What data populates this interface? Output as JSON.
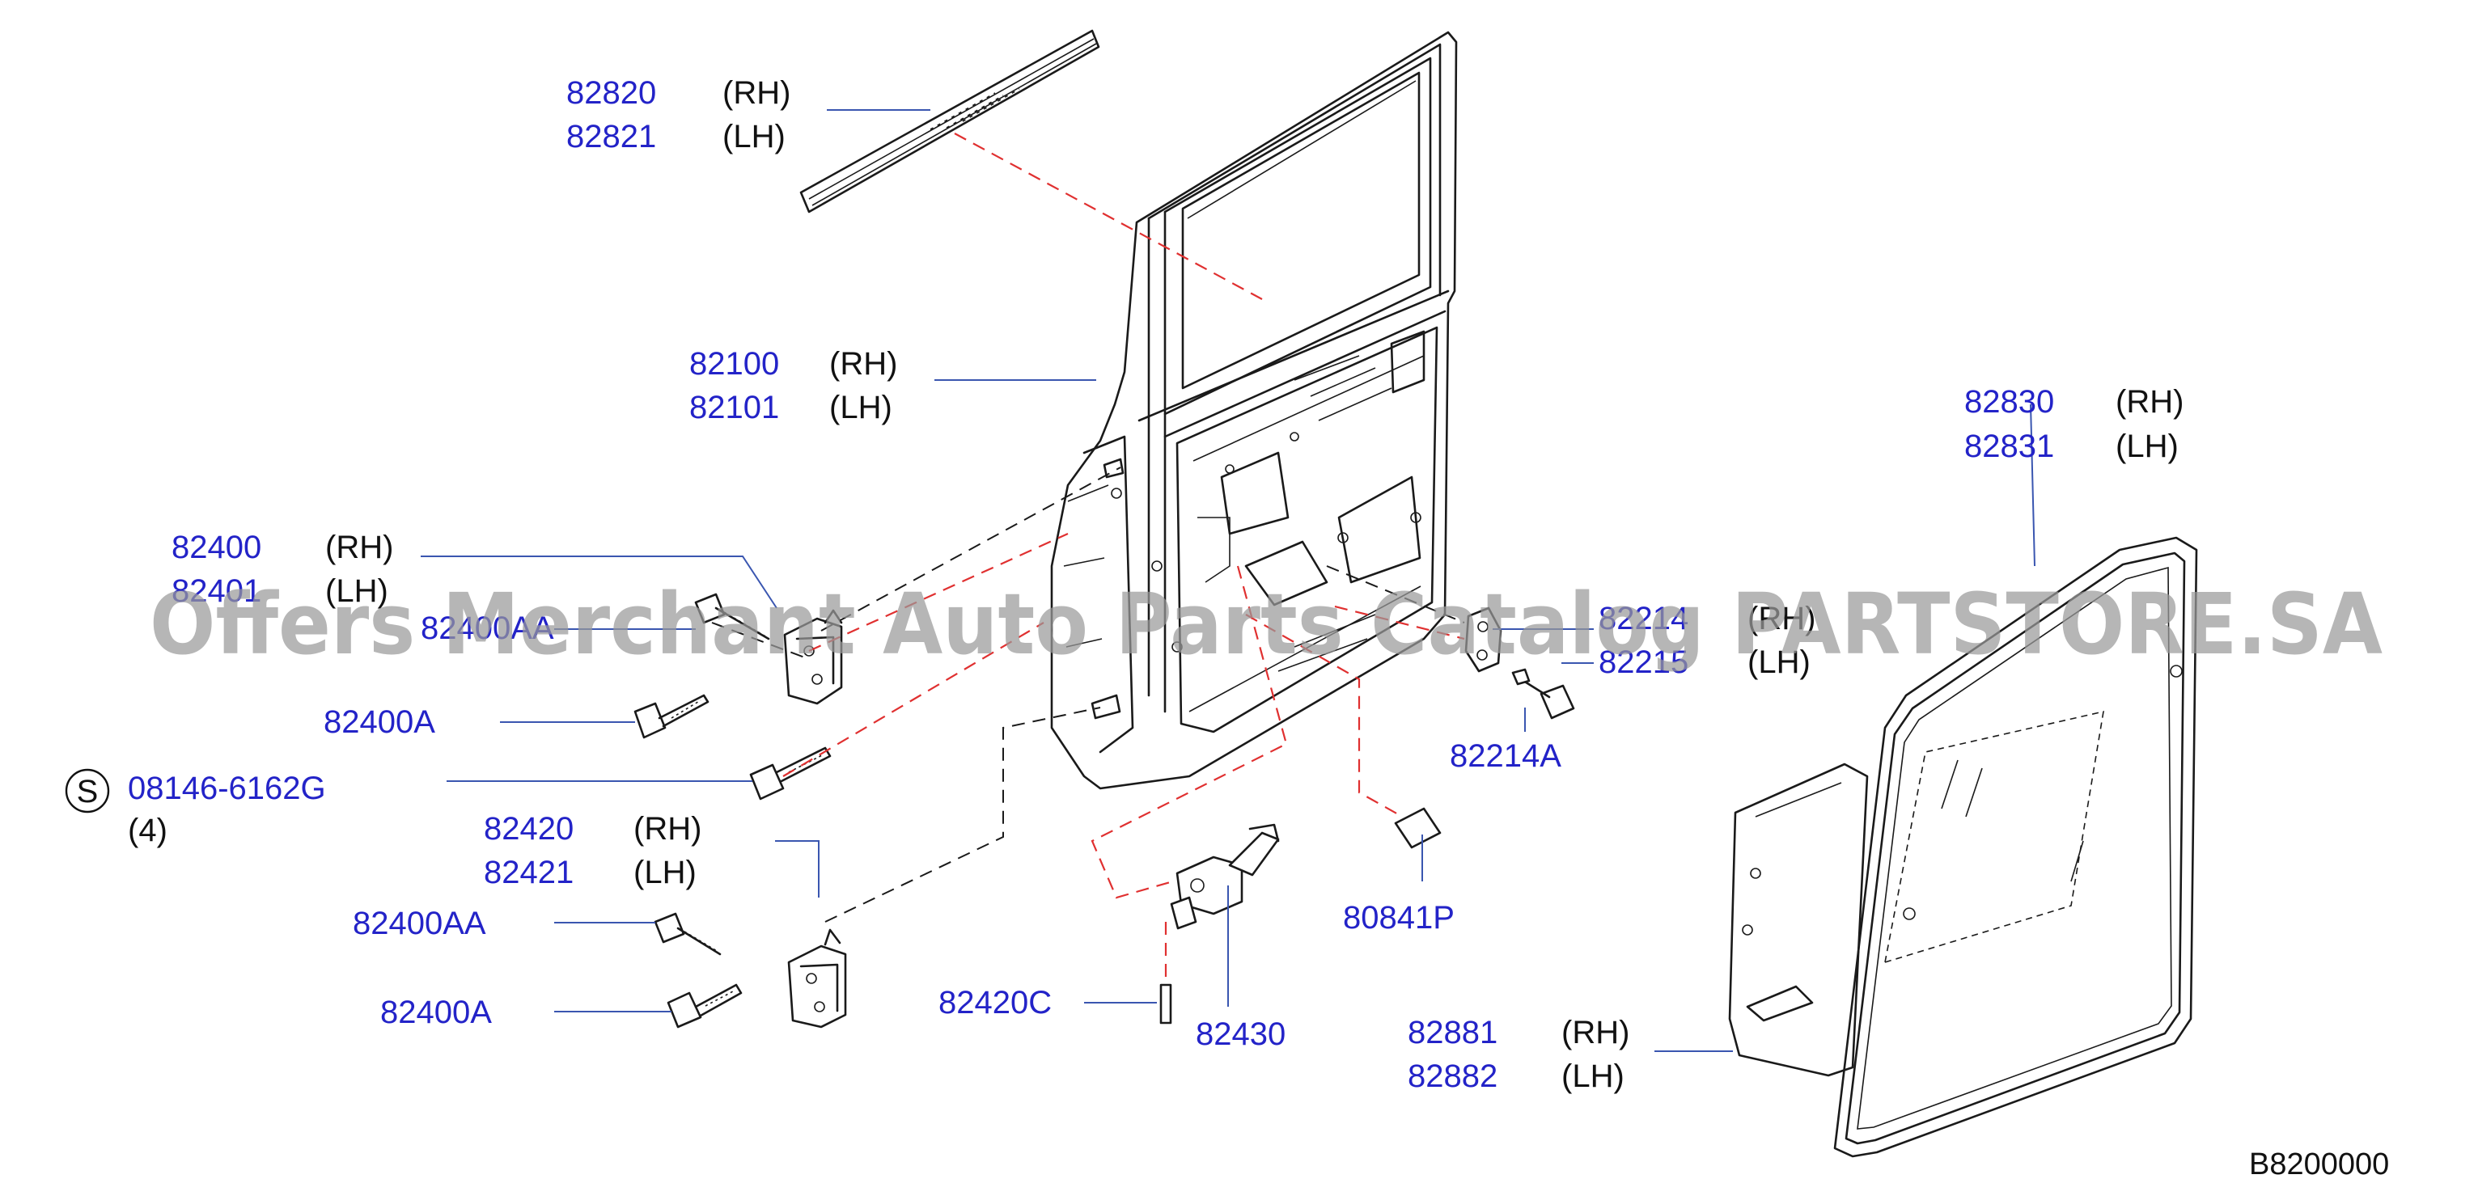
{
  "diagram_ref": "B8200000",
  "watermark": "Offers Merchant Auto Parts Catalog PARTSTORE.SA",
  "colors": {
    "part_number": "#2323c8",
    "text": "#111111",
    "leader": "#3a56b0",
    "dash_red": "#e03030",
    "watermark": "#9a9a9a"
  },
  "callouts": {
    "c82820": {
      "num": "82820",
      "side": "(RH)"
    },
    "c82821": {
      "num": "82821",
      "side": "(LH)"
    },
    "c82100": {
      "num": "82100",
      "side": "(RH)"
    },
    "c82101": {
      "num": "82101",
      "side": "(LH)"
    },
    "c82830": {
      "num": "82830",
      "side": "(RH)"
    },
    "c82831": {
      "num": "82831",
      "side": "(LH)"
    },
    "c82400": {
      "num": "82400",
      "side": "(RH)"
    },
    "c82401": {
      "num": "82401",
      "side": "(LH)"
    },
    "c82400aa_top": {
      "num": "82400AA"
    },
    "c82214": {
      "num": "82214",
      "side": "(RH)"
    },
    "c82215": {
      "num": "82215",
      "side": "(LH)"
    },
    "c82400a_top": {
      "num": "82400A"
    },
    "c82214a": {
      "num": "82214A"
    },
    "c08146": {
      "symbol": "S",
      "num": "08146-6162G",
      "qty": "(4)"
    },
    "c82420": {
      "num": "82420",
      "side": "(RH)"
    },
    "c82421": {
      "num": "82421",
      "side": "(LH)"
    },
    "c80841p": {
      "num": "80841P"
    },
    "c82400aa_bottom": {
      "num": "82400AA"
    },
    "c82400a_bottom": {
      "num": "82400A"
    },
    "c82420c": {
      "num": "82420C"
    },
    "c82430": {
      "num": "82430"
    },
    "c82881": {
      "num": "82881",
      "side": "(RH)"
    },
    "c82882": {
      "num": "82882",
      "side": "(LH)"
    }
  }
}
